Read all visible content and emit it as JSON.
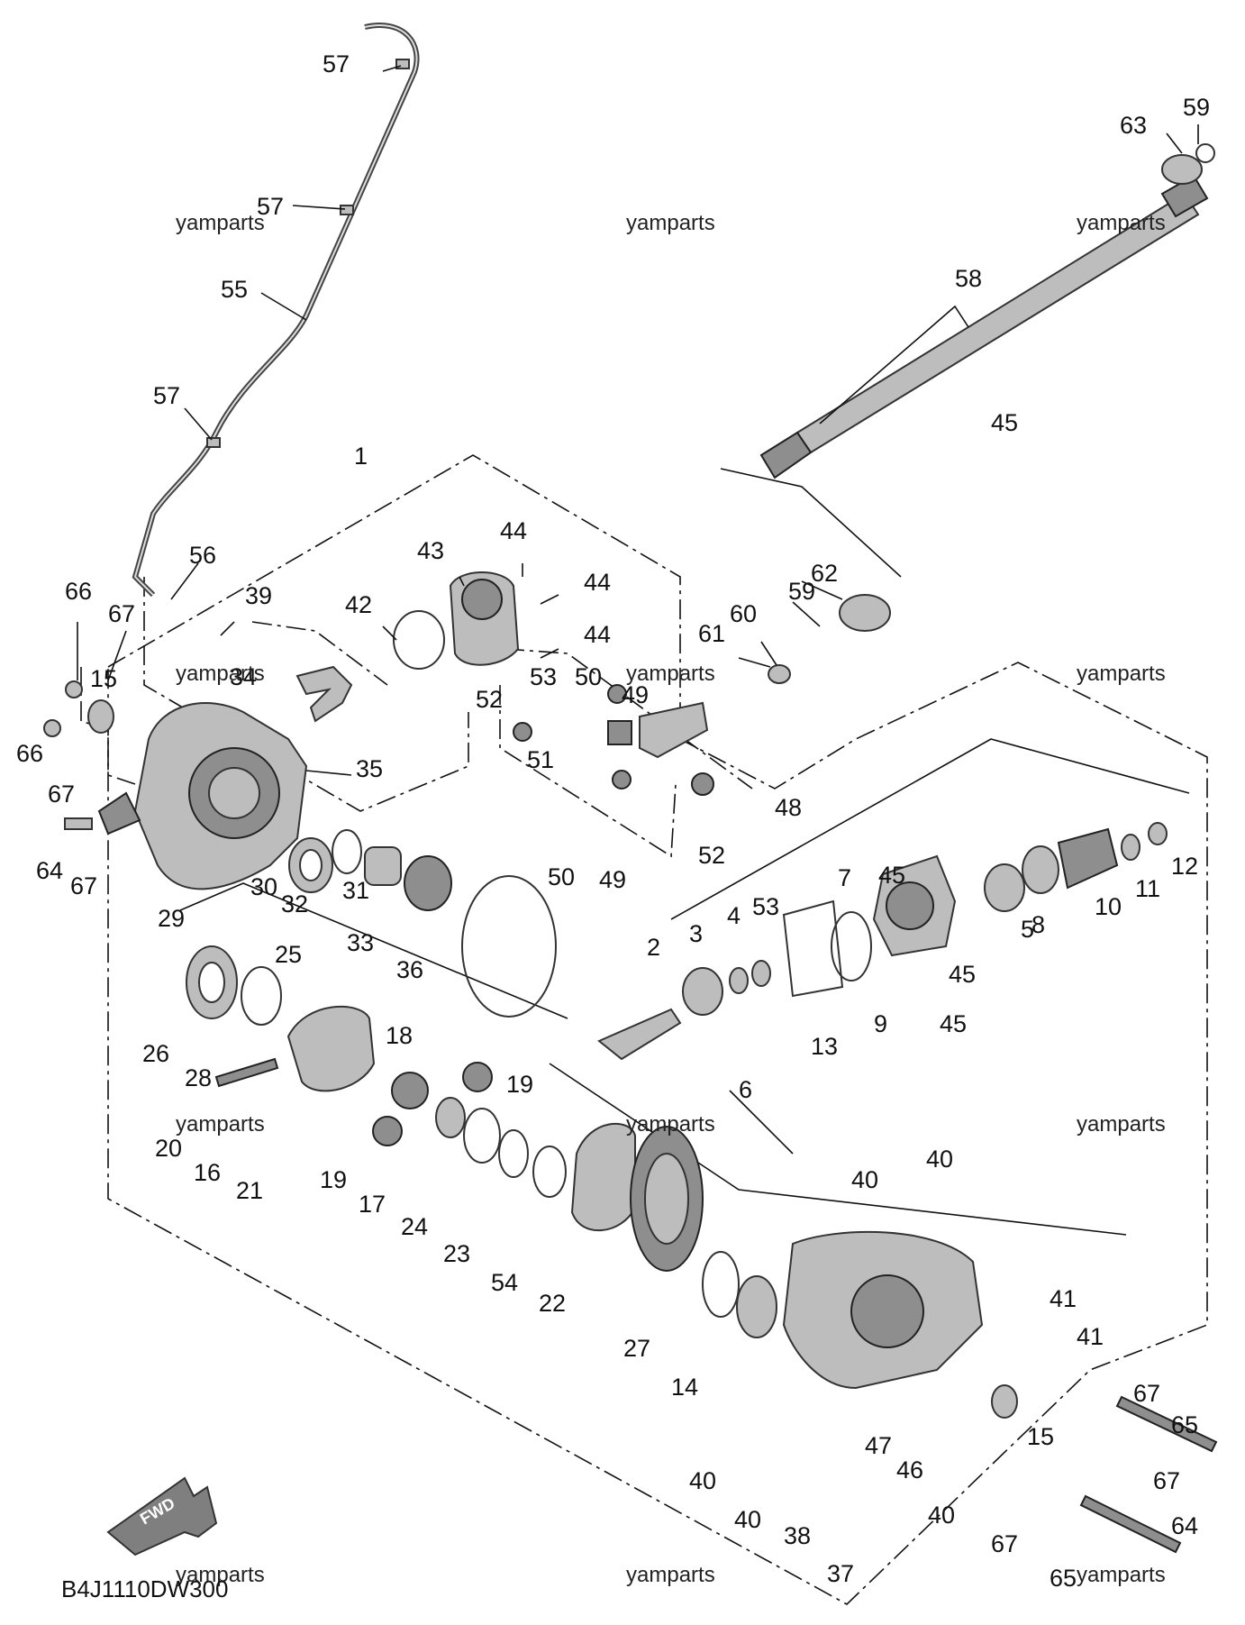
{
  "diagram_code": "B4J1110DW300",
  "fwd_label": "FWD",
  "watermarks": [
    "yamparts",
    "yamparts",
    "yamparts",
    "yamparts",
    "yamparts",
    "yamparts",
    "yamparts",
    "yamparts",
    "yamparts",
    "yamparts",
    "yamparts",
    "yamparts"
  ],
  "callouts": [
    "57",
    "57",
    "55",
    "57",
    "56",
    "39",
    "66",
    "67",
    "15",
    "66",
    "67",
    "64",
    "67",
    "29",
    "34",
    "43",
    "44",
    "44",
    "44",
    "42",
    "35",
    "30",
    "32",
    "31",
    "33",
    "36",
    "62",
    "59",
    "60",
    "61",
    "50",
    "49",
    "53",
    "52",
    "51",
    "48",
    "50",
    "53",
    "49",
    "52",
    "45",
    "45",
    "7",
    "5",
    "8",
    "10",
    "11",
    "12",
    "45",
    "45",
    "2",
    "3",
    "4",
    "13",
    "9",
    "25",
    "26",
    "28",
    "18",
    "19",
    "20",
    "16",
    "21",
    "19",
    "17",
    "24",
    "23",
    "54",
    "22",
    "6",
    "27",
    "14",
    "40",
    "40",
    "41",
    "41",
    "67",
    "65",
    "15",
    "67",
    "64",
    "67",
    "65",
    "40",
    "40",
    "47",
    "46",
    "38",
    "37",
    "40",
    "59",
    "63",
    "58",
    "1"
  ]
}
